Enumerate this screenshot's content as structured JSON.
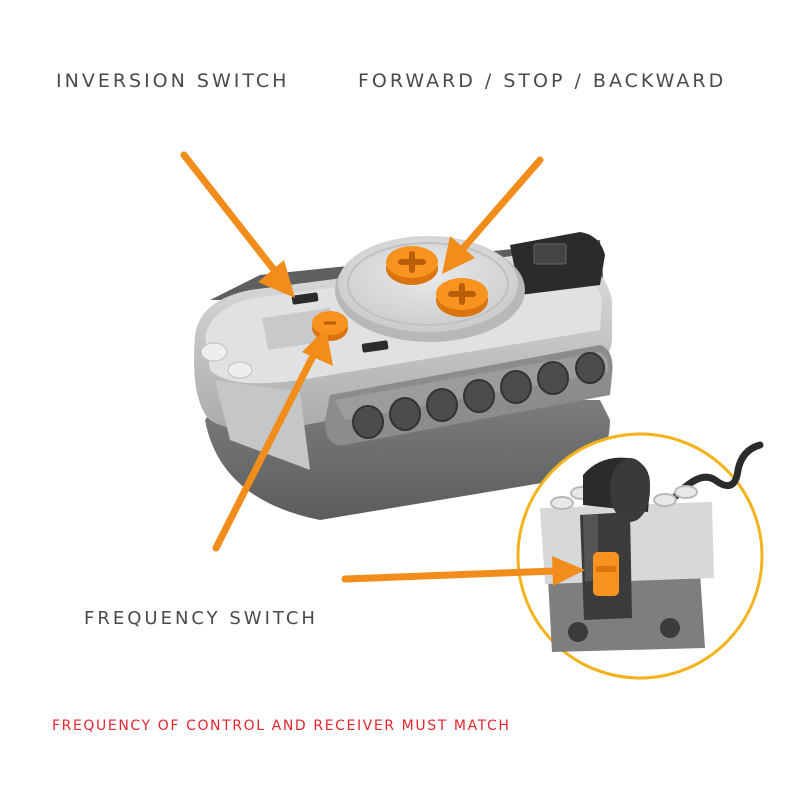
{
  "labels": {
    "inversion_switch": "INVERSION SWITCH",
    "direction_control": "FORWARD / STOP / BACKWARD",
    "frequency_switch": "FREQUENCY SWITCH",
    "match_note": "FREQUENCY OF CONTROL AND RECEIVER MUST MATCH"
  },
  "colors": {
    "label_text": "#4a4a4a",
    "note_text": "#e3262e",
    "arrow": "#f28c1b",
    "knob": "#f7931e",
    "ring": "#f5b21b",
    "light_gray": "#d7d9da",
    "mid_gray": "#b7b9bb",
    "dark_gray": "#6c6e70",
    "black": "#2a2a2a"
  }
}
